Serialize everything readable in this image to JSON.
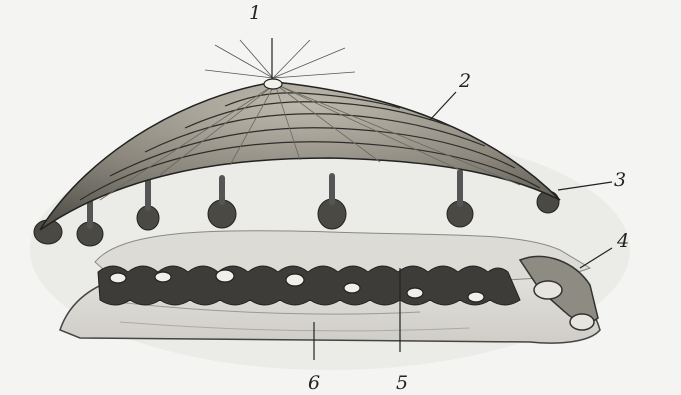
{
  "figure": {
    "labels": [
      {
        "id": "1",
        "text": "1"
      },
      {
        "id": "2",
        "text": "2"
      },
      {
        "id": "3",
        "text": "3"
      },
      {
        "id": "4",
        "text": "4"
      },
      {
        "id": "5",
        "text": "5"
      },
      {
        "id": "6",
        "text": "6"
      }
    ],
    "colors": {
      "paper": "#f4f4f2",
      "ink": "#222222",
      "shell_light": "#b8b4a8",
      "shell_dark": "#3a3a36",
      "body_shade": "#d6d5d0"
    }
  }
}
